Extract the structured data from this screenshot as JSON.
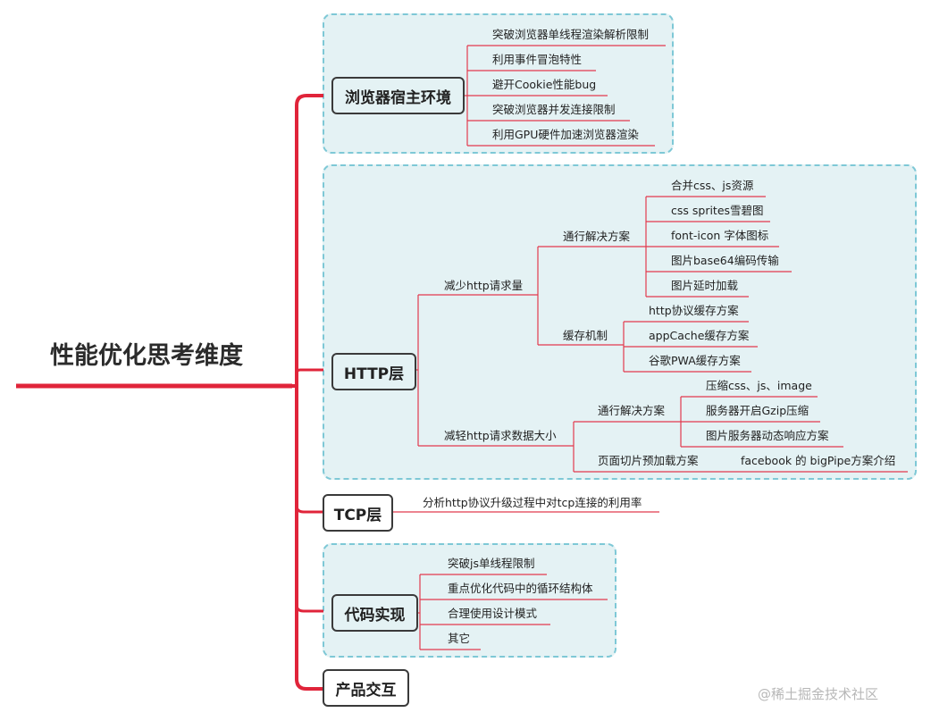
{
  "root": {
    "title": "性能优化思考维度"
  },
  "branches": {
    "browser": {
      "label": "浏览器宿主环境",
      "items": [
        "突破浏览器单线程渲染解析限制",
        "利用事件冒泡特性",
        "避开Cookie性能bug",
        "突破浏览器并发连接限制",
        "利用GPU硬件加速浏览器渲染"
      ]
    },
    "http": {
      "label": "HTTP层",
      "reduce_count": {
        "label": "减少http请求量",
        "general": {
          "label": "通行解决方案",
          "items": [
            "合并css、js资源",
            "css sprites雪碧图",
            "font-icon 字体图标",
            "图片base64编码传输",
            "图片延时加载"
          ]
        },
        "cache": {
          "label": "缓存机制",
          "items": [
            "http协议缓存方案",
            "appCache缓存方案",
            "谷歌PWA缓存方案"
          ]
        }
      },
      "reduce_size": {
        "label": "减轻http请求数据大小",
        "general": {
          "label": "通行解决方案",
          "items": [
            "压缩css、js、image",
            "服务器开启Gzip压缩",
            "图片服务器动态响应方案"
          ]
        },
        "preload": {
          "label": "页面切片预加载方案",
          "items": [
            "facebook 的 bigPipe方案介绍"
          ]
        }
      }
    },
    "tcp": {
      "label": "TCP层",
      "items": [
        "分析http协议升级过程中对tcp连接的利用率"
      ]
    },
    "code": {
      "label": "代码实现",
      "items": [
        "突破js单线程限制",
        "重点优化代码中的循环结构体",
        "合理使用设计模式",
        "其它"
      ]
    },
    "product": {
      "label": "产品交互"
    }
  },
  "watermark": "@稀土掘金技术社区",
  "colors": {
    "line": "#e23a4e",
    "trunk": "#e0243a",
    "group_border": "#7ec8d6",
    "group_fill": "#e4f2f4",
    "node_border": "#3a3a3a"
  }
}
